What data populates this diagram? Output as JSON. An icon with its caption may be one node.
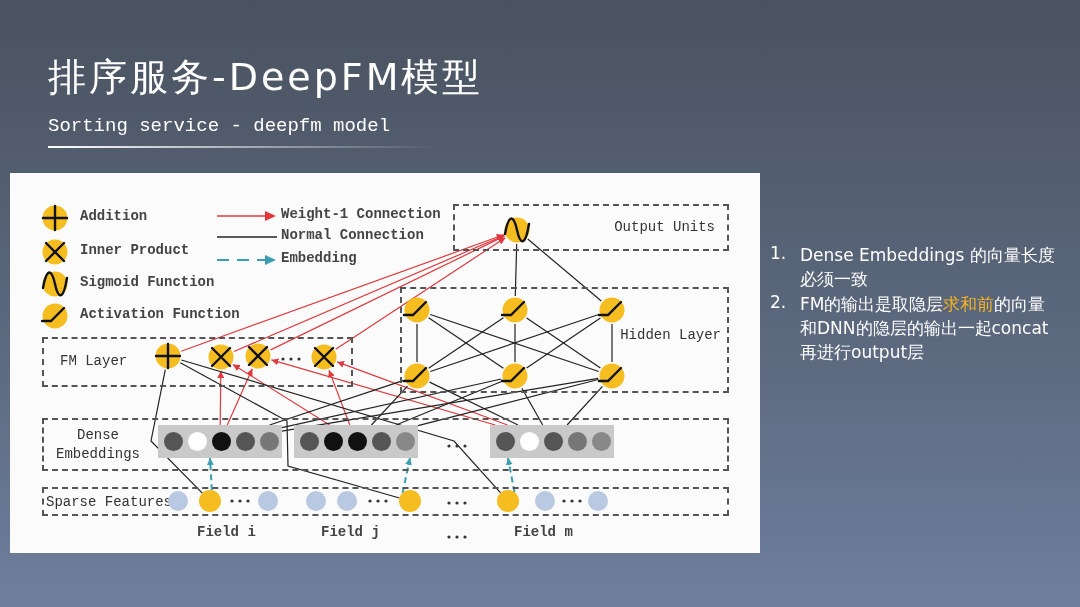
{
  "diagram": {
    "title": "排序服务-DeepFM模型",
    "nodes": [
      {
        "text": [
          "Output Units"
        ]
      },
      {
        "text": [],
        "shape": "circle",
        "in": 0
      },
      {
        "text": [
          "Hidden Layer"
        ]
      },
      {
        "text": [],
        "shape": "circle",
        "in": 2
      },
      {
        "text": [],
        "shape": "circle",
        "in": 2
      },
      {
        "text": [],
        "shape": "circle",
        "in": 2
      },
      {
        "text": [],
        "shape": "circle",
        "in": 2
      },
      {
        "text": [],
        "shape": "circle",
        "in": 2
      },
      {
        "text": [],
        "shape": "circle",
        "in": 2
      },
      {
        "text": [
          "FM Layer"
        ]
      },
      {
        "text": [],
        "shape": "circle",
        "in": 9
      },
      {
        "text": [],
        "shape": "circle",
        "in": 9
      },
      {
        "text": [],
        "shape": "circle",
        "in": 9
      },
      {
        "text": [],
        "shape": "circle",
        "in": 9
      },
      {
        "text": [
          "Dense Embeddings"
        ]
      },
      {
        "text": [],
        "shape": "bar",
        "in": 14
      },
      {
        "text": [],
        "shape": "bar",
        "in": 14
      },
      {
        "text": [],
        "shape": "bar",
        "in": 14
      },
      {
        "text": [
          "Sparse Features"
        ]
      },
      {
        "text": [],
        "shape": "circle",
        "in": 18
      },
      {
        "text": [],
        "shape": "circle",
        "in": 18
      },
      {
        "text": [],
        "shape": "circle",
        "in": 18
      }
    ],
    "edges": [
      {
        "from": 19,
        "to": 15,
        "arrow": "to",
        "style": "dashed",
        "color": "#3aa0b0"
      },
      {
        "from": 20,
        "to": 16,
        "arrow": "to",
        "style": "dashed",
        "color": "#3aa0b0"
      },
      {
        "from": 21,
        "to": 17,
        "arrow": "to",
        "style": "dashed",
        "color": "#3aa0b0"
      },
      {
        "from": 10,
        "to": 1,
        "arrow": "to",
        "color": "#e0393e"
      },
      {
        "from": 11,
        "to": 1,
        "arrow": "to",
        "color": "#e0393e"
      },
      {
        "from": 12,
        "to": 1,
        "arrow": "to",
        "color": "#e0393e"
      },
      {
        "from": 13,
        "to": 1,
        "arrow": "to",
        "color": "#e0393e"
      },
      {
        "from": 15,
        "to": 11,
        "arrow": "to",
        "color": "#e0393e"
      },
      {
        "from": 15,
        "to": 12,
        "arrow": "to",
        "color": "#e0393e"
      },
      {
        "from": 16,
        "to": 11,
        "arrow": "to",
        "color": "#e0393e"
      },
      {
        "from": 16,
        "to": 13,
        "arrow": "to",
        "color": "#e0393e"
      },
      {
        "from": 17,
        "to": 12,
        "arrow": "to",
        "color": "#e0393e"
      },
      {
        "from": 17,
        "to": 13,
        "arrow": "to",
        "color": "#e0393e"
      },
      {
        "from": 10,
        "to": 19,
        "arrow": "none"
      },
      {
        "from": 10,
        "to": 20,
        "arrow": "none"
      },
      {
        "from": 10,
        "to": 21,
        "arrow": "none"
      },
      {
        "from": 4,
        "to": 1,
        "arrow": "none"
      },
      {
        "from": 5,
        "to": 1,
        "arrow": "none"
      },
      {
        "from": 6,
        "to": 3,
        "arrow": "none"
      },
      {
        "from": 6,
        "to": 4,
        "arrow": "none"
      },
      {
        "from": 6,
        "to": 5,
        "arrow": "none"
      },
      {
        "from": 7,
        "to": 3,
        "arrow": "none"
      },
      {
        "from": 7,
        "to": 4,
        "arrow": "none"
      },
      {
        "from": 7,
        "to": 5,
        "arrow": "none"
      },
      {
        "from": 8,
        "to": 3,
        "arrow": "none"
      },
      {
        "from": 8,
        "to": 4,
        "arrow": "none"
      },
      {
        "from": 8,
        "to": 5,
        "arrow": "none"
      },
      {
        "from": 15,
        "to": 6,
        "arrow": "none"
      },
      {
        "from": 15,
        "to": 7,
        "arrow": "none"
      },
      {
        "from": 15,
        "to": 8,
        "arrow": "none"
      },
      {
        "from": 16,
        "to": 6,
        "arrow": "none"
      },
      {
        "from": 16,
        "to": 7,
        "arrow": "none"
      },
      {
        "from": 16,
        "to": 8,
        "arrow": "none"
      },
      {
        "from": 17,
        "to": 6,
        "arrow": "none"
      },
      {
        "from": 17,
        "to": 7,
        "arrow": "none"
      },
      {
        "from": 17,
        "to": 8,
        "arrow": "none"
      }
    ],
    "labels": [
      "Sorting service - deepfm model",
      "Field i",
      "Field j",
      "Field m",
      "1.",
      "Dense Embeddings 的向量长度必须一致",
      "2.",
      "FM的输出是取隐层**求和前**的向量和DNN的隐层的输出一起concat再进行output层"
    ],
    "legend": [
      {
        "text": "Addition"
      },
      {
        "text": "Inner Product"
      },
      {
        "text": "Sigmoid Function"
      },
      {
        "text": "Activation Function"
      },
      {
        "text": "Weight-1 Connection"
      },
      {
        "text": "Normal Connection"
      },
      {
        "text": "Embedding"
      }
    ]
  }
}
